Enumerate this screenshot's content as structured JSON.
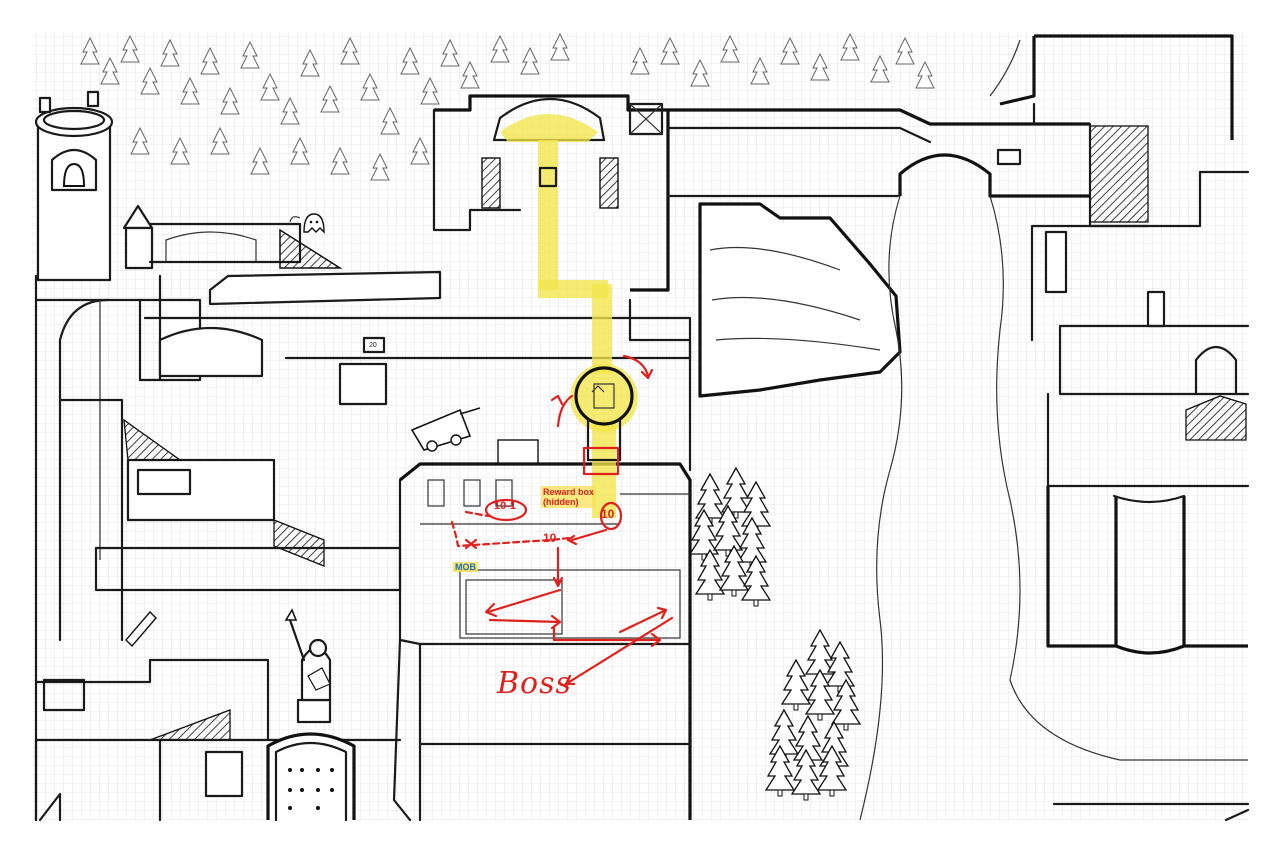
{
  "map": {
    "annotations": {
      "reward_box": "Reward box\n(hidden)",
      "mob": "MOB",
      "boss": "Boss",
      "step_one": "10-1",
      "step_two": "10",
      "step_three": "10"
    },
    "sign_text": "20",
    "colors": {
      "paper": "#ffffff",
      "grid": "#d9d9d9",
      "ink": "#1a1a1a",
      "route": "#e0201c",
      "highlight": "#f2e64a",
      "mob_text": "#1c6fb4"
    },
    "icons": [
      "bell-icon",
      "ghost-icon",
      "cart-icon",
      "statue-icon",
      "pencil-icon",
      "tree-icon",
      "gate-icon"
    ]
  }
}
